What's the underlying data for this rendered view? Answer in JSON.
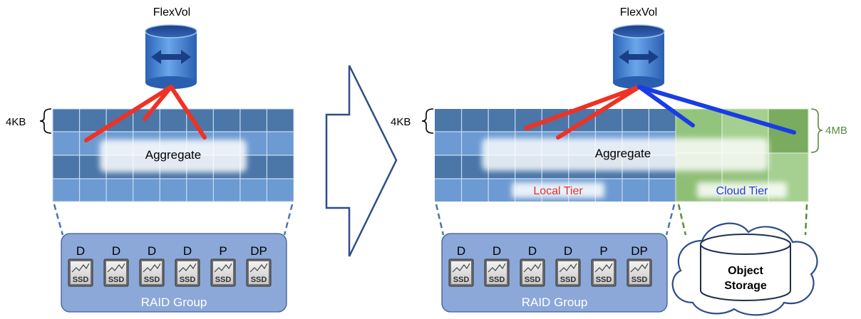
{
  "colors": {
    "grid_dark": "#4a76a8",
    "grid_light": "#6c9ad2",
    "cloud_tier": "#93c47d",
    "cloud_tier_dark": "#7aac5f",
    "raid_group": "#8ba8d8",
    "line_local": "#ee3224",
    "line_cloud": "#1a3ce6",
    "cloud_label": "#1f3cd8",
    "local_label": "#e8302a",
    "mb_label": "#5c8a3a",
    "arrow_outline": "#2f4d87"
  },
  "left": {
    "flexvol_label": "FlexVol",
    "block_size_label": "4KB",
    "aggregate_label": "Aggregate",
    "raid_label": "RAID Group",
    "disks": [
      {
        "tag": "D",
        "type": "SSD"
      },
      {
        "tag": "D",
        "type": "SSD"
      },
      {
        "tag": "D",
        "type": "SSD"
      },
      {
        "tag": "D",
        "type": "SSD"
      },
      {
        "tag": "P",
        "type": "SSD"
      },
      {
        "tag": "DP",
        "type": "SSD"
      }
    ]
  },
  "right": {
    "flexvol_label": "FlexVol",
    "block_size_label": "4KB",
    "cloud_block_size_label": "4MB",
    "aggregate_label": "Aggregate",
    "local_tier_label": "Local Tier",
    "cloud_tier_label": "Cloud Tier",
    "raid_label": "RAID Group",
    "object_storage_label_1": "Object",
    "object_storage_label_2": "Storage",
    "disks": [
      {
        "tag": "D",
        "type": "SSD"
      },
      {
        "tag": "D",
        "type": "SSD"
      },
      {
        "tag": "D",
        "type": "SSD"
      },
      {
        "tag": "D",
        "type": "SSD"
      },
      {
        "tag": "P",
        "type": "SSD"
      },
      {
        "tag": "DP",
        "type": "SSD"
      }
    ]
  }
}
